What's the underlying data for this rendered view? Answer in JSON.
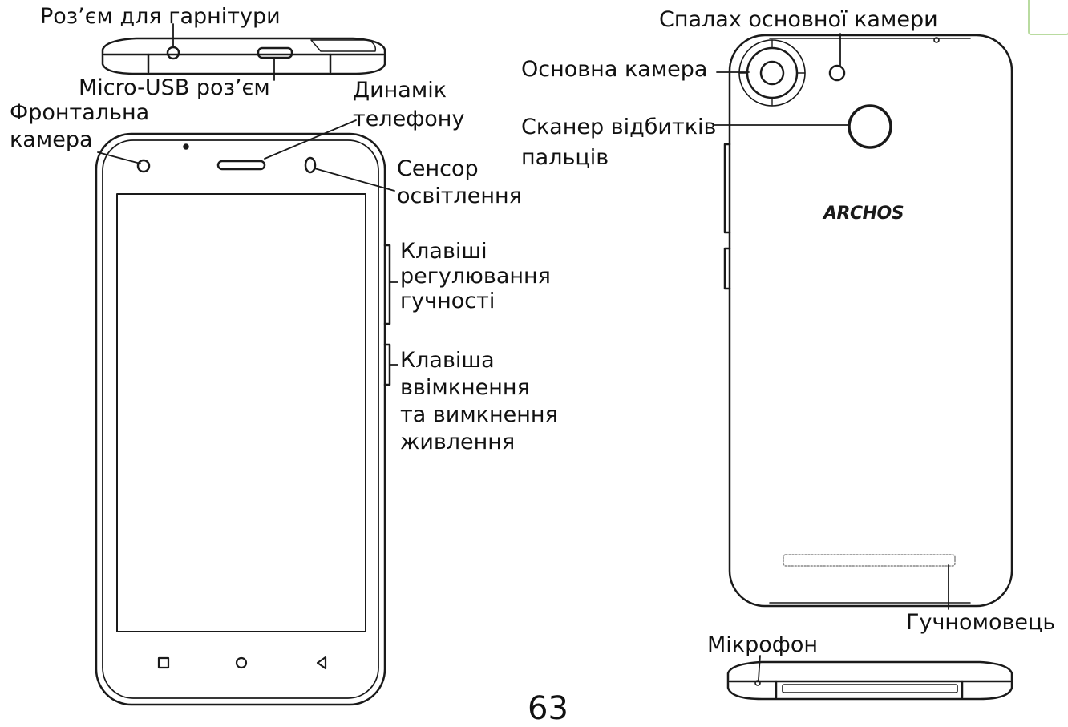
{
  "labels": {
    "headset_jack": "Роз’єм для гарнітури",
    "micro_usb": "Micro-USB роз’єм",
    "front_camera": [
      "Фронтальна",
      "камера"
    ],
    "earpiece": [
      "Динамік",
      "телефону"
    ],
    "light_sensor": [
      "Сенсор",
      "освітлення"
    ],
    "volume_keys": [
      "Клавіші",
      "регулювання",
      "гучності"
    ],
    "power_key": [
      "Клавіша",
      "ввімкнення",
      "та вимкнення",
      "живлення"
    ],
    "flash": "Спалах основної камери",
    "main_camera": "Основна камера",
    "fingerprint": [
      "Сканер відбитків",
      "пальців"
    ],
    "loudspeaker": "Гучномовець",
    "microphone": "Мікрофон"
  },
  "brand": "ARCHOS",
  "page_number": "63",
  "colors": {
    "line": "#1a1a1a",
    "accent": "#b9dba0"
  },
  "icons": {
    "nav_square": "square-icon",
    "nav_home": "circle-icon",
    "nav_back": "triangle-icon"
  }
}
